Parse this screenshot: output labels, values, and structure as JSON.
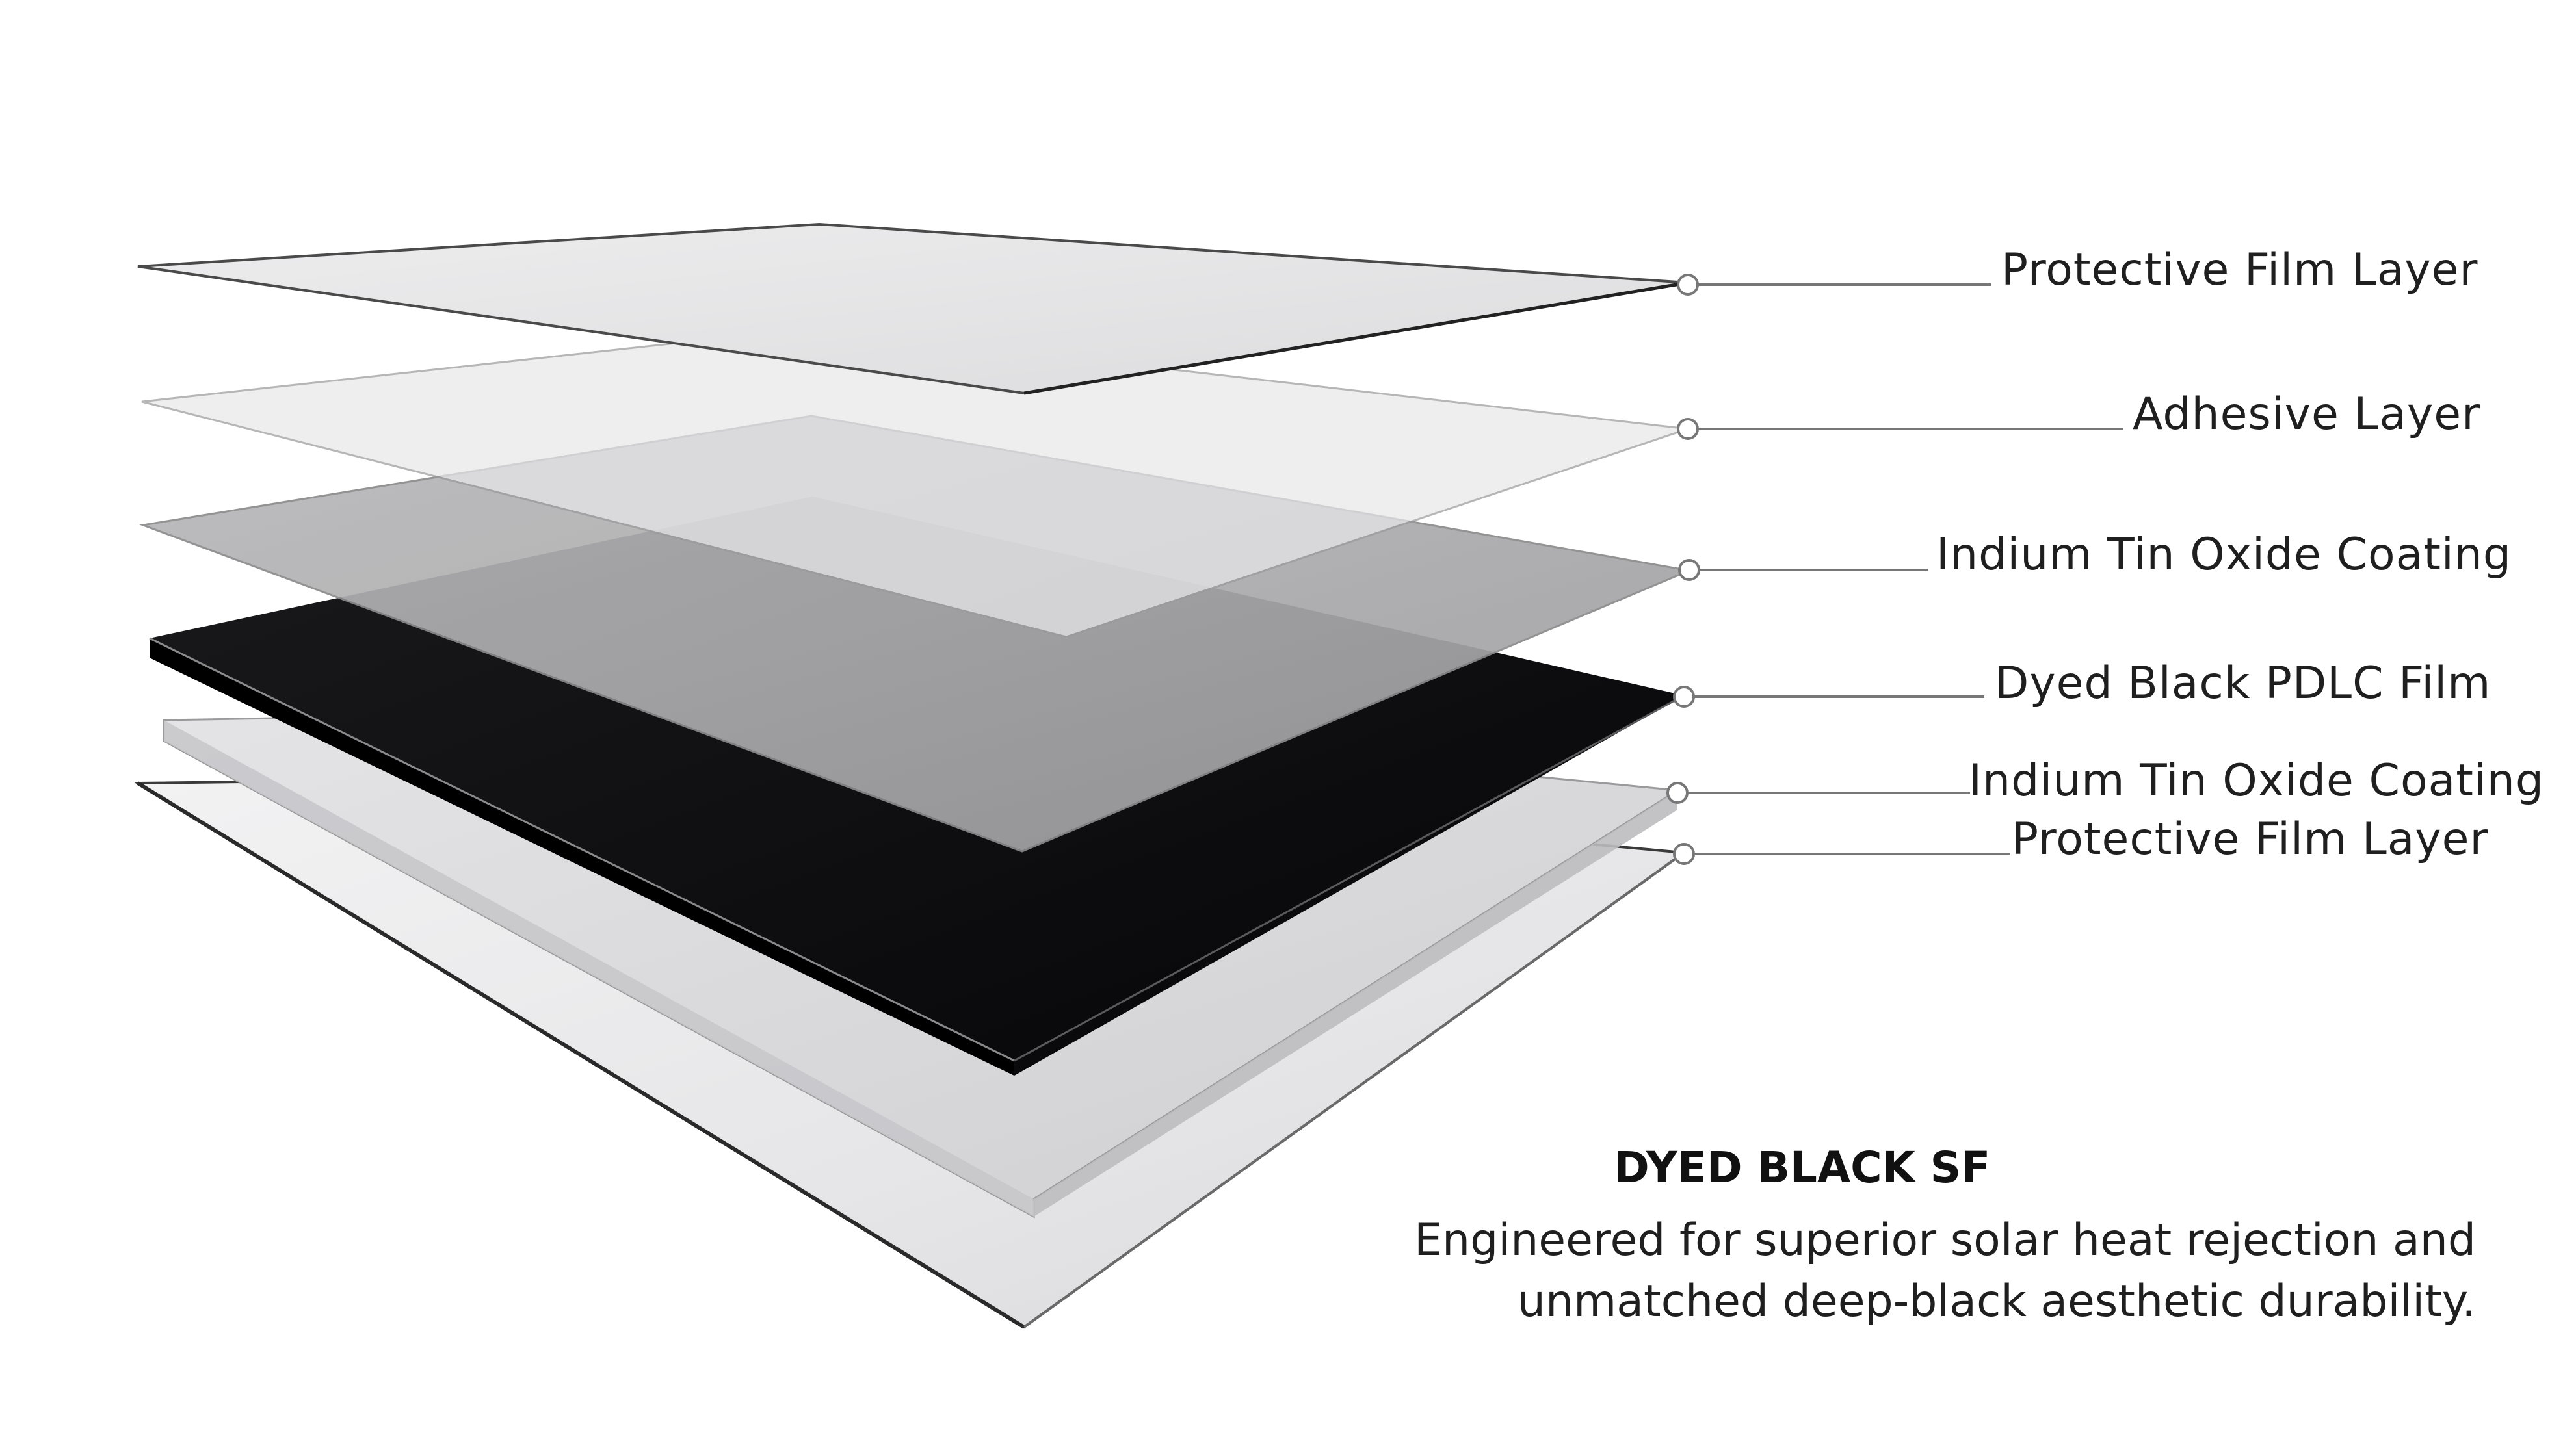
{
  "layers": [
    {
      "label": "Protective Film Layer"
    },
    {
      "label": "Adhesive Layer"
    },
    {
      "label": "Indium Tin Oxide Coating"
    },
    {
      "label": "Dyed Black PDLC Film"
    },
    {
      "label": "Indium Tin Oxide Coating"
    },
    {
      "label": "Protective Film Layer"
    }
  ],
  "product": {
    "title": "DYED BLACK SF",
    "description": "Engineered for superior solar heat rejection and unmatched deep-black aesthetic durability."
  },
  "colors": {
    "background": "#ffffff",
    "clear_film": "#e9e9ea",
    "ito_coating": "#a9a9ab",
    "pdlc_black": "#0c0c0e",
    "leader_line": "#777777"
  }
}
